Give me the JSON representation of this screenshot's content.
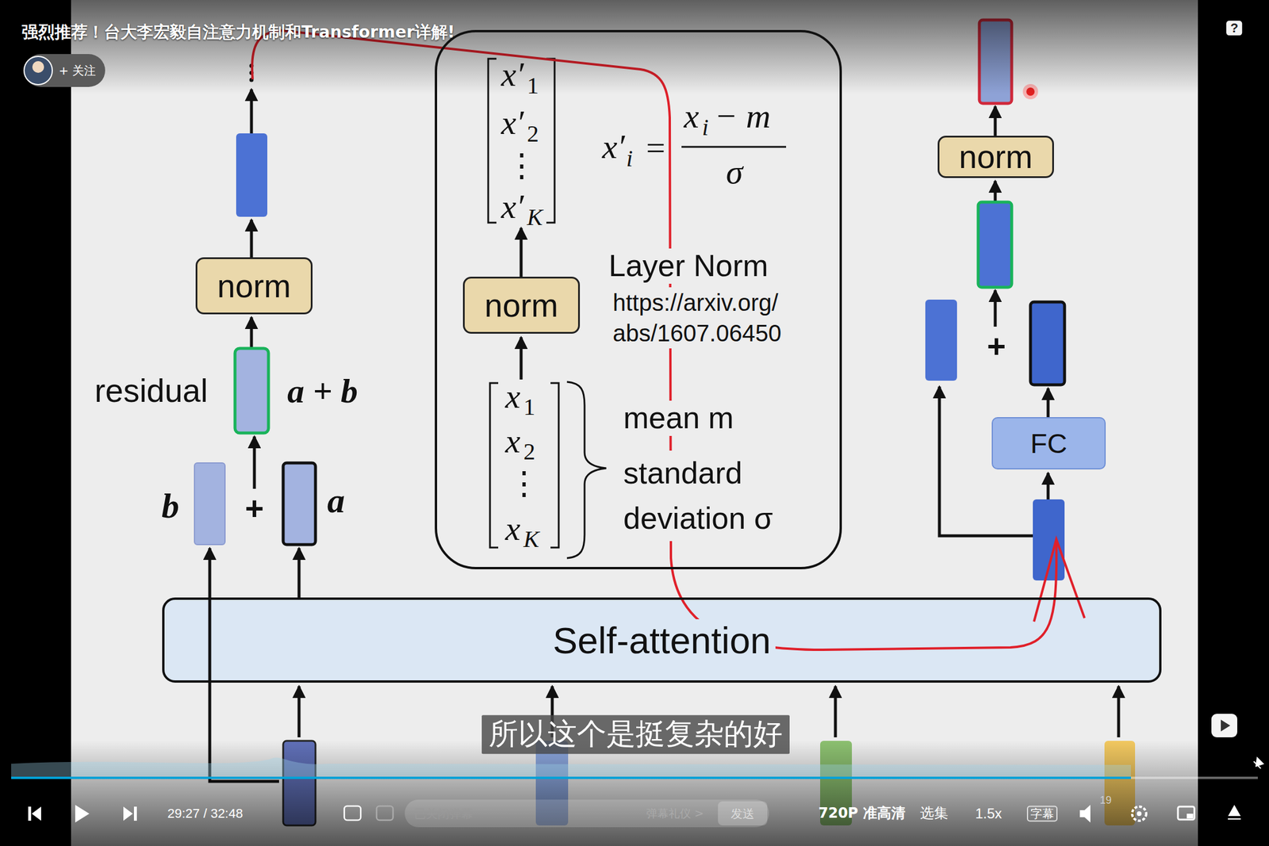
{
  "diagram": {
    "title": "强烈推荐！台大李宏毅自注意力机制和Transformer详解!",
    "nodes": [
      {
        "text": [
          "norm"
        ]
      },
      {
        "text": [
          "Layer Norm",
          "https://arxiv.org/ abs/1607.06450",
          "mean m",
          "standard deviation σ"
        ]
      },
      {
        "text": [
          "norm"
        ],
        "in": 1
      },
      {
        "text": [
          "norm"
        ]
      },
      {
        "text": [
          "FC"
        ]
      },
      {
        "text": [
          "Self-attention"
        ]
      }
    ],
    "labels": [
      "residual",
      "a + b",
      "b",
      "+",
      "a",
      "+",
      "x′",
      "1",
      "x′",
      "2",
      "⋮",
      "x′",
      "K",
      "x",
      "1",
      "x",
      "2",
      "⋮",
      "x",
      "K",
      "x′",
      "i",
      "=",
      "x",
      "i",
      "− m",
      "σ",
      "+ 关注",
      "?",
      "所以这个是挺复杂的好",
      "29:27 / 32:48",
      "已关闭弹幕",
      "弹幕礼仪 >",
      "发送",
      "720P 准高清",
      "选集",
      "1.5x",
      "字幕",
      "19"
    ]
  }
}
